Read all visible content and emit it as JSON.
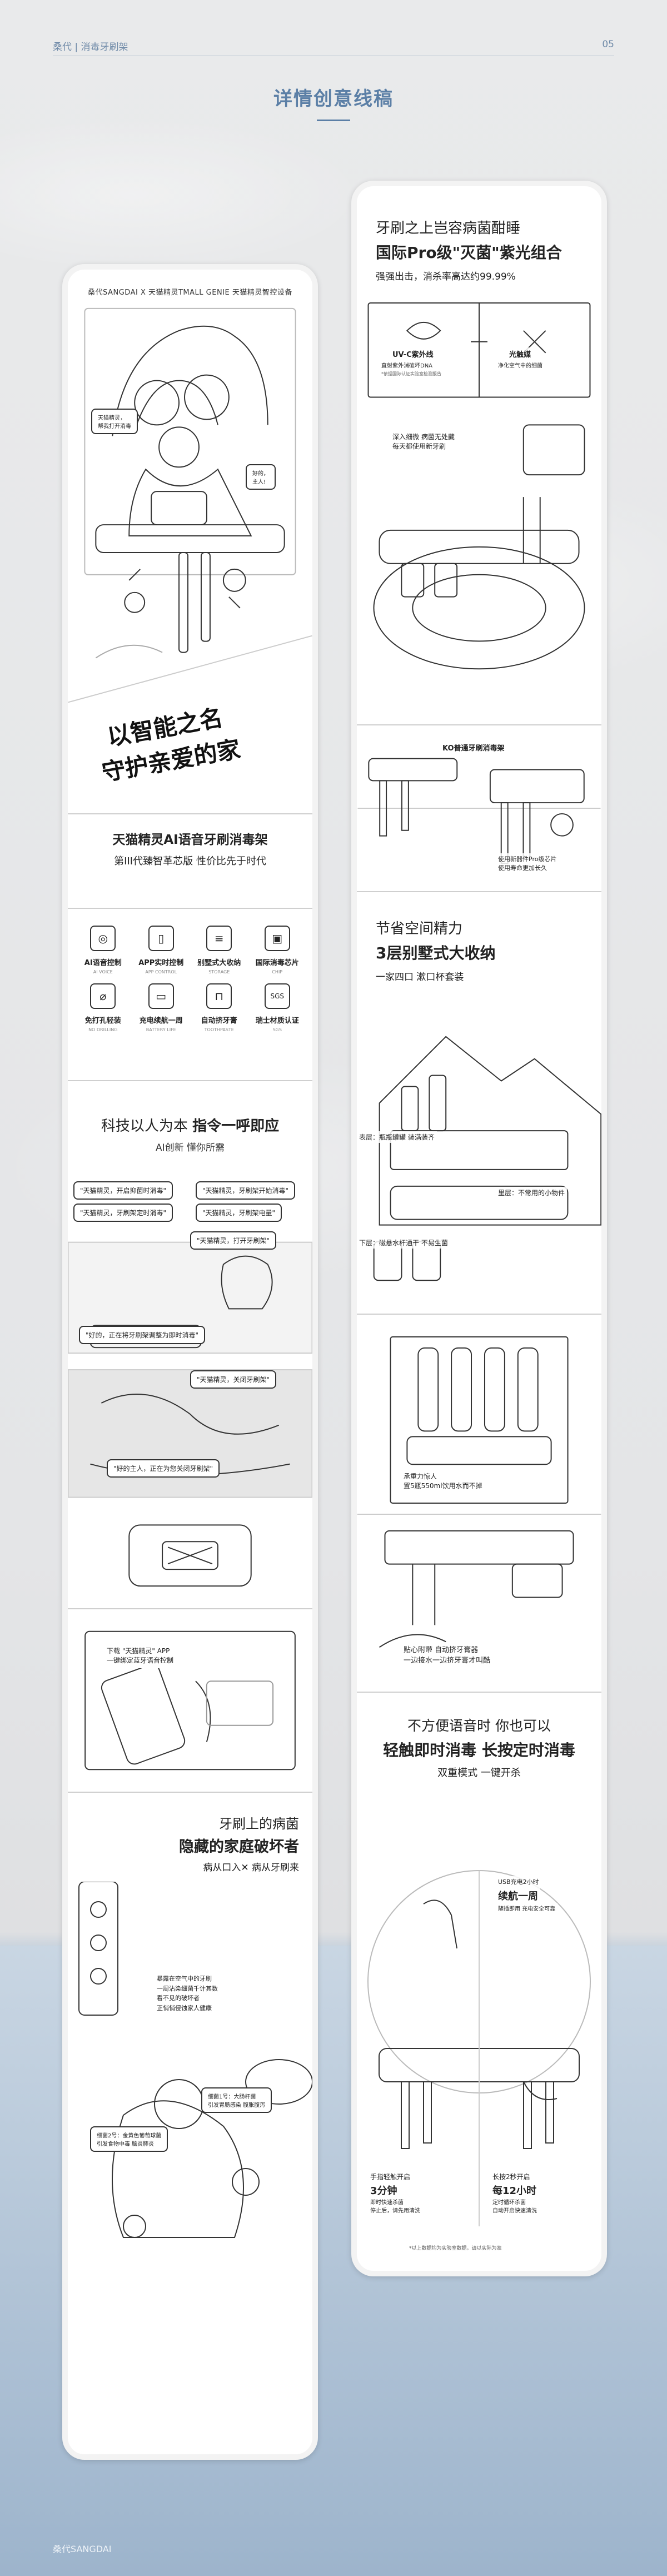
{
  "header": {
    "left": "桑代 | 消毒牙刷架",
    "right": "05"
  },
  "title": "详情创意线稿",
  "footer": {
    "left": "桑代SANGDAI"
  },
  "left": {
    "brandline": "桑代SANGDAI X 天猫精灵TMALL GENIE   天猫精灵智控设备",
    "hero": {
      "bubble1": "天猫精灵，\n帮我打开消毒",
      "bubble2": "好的，\n主人!",
      "slogan1": "以智能之名",
      "slogan2": "守护亲爱的家"
    },
    "product": {
      "title": "天猫精灵AI语音牙刷消毒架",
      "sub": "第III代臻智革芯版 性价比先于时代"
    },
    "features": [
      {
        "icon": "chip",
        "t": "AI语音控制",
        "e": "AI VOICE"
      },
      {
        "icon": "app",
        "t": "APP实时控制",
        "e": "APP CONTROL"
      },
      {
        "icon": "layers",
        "t": "别墅式大收纳",
        "e": "STORAGE"
      },
      {
        "icon": "cpu",
        "t": "国际消毒芯片",
        "e": "CHIP"
      },
      {
        "icon": "drill",
        "t": "免打孔轻装",
        "e": "NO DRILLING"
      },
      {
        "icon": "battery",
        "t": "充电续航一周",
        "e": "BATTERY LIFE"
      },
      {
        "icon": "paste",
        "t": "自动挤牙膏",
        "e": "TOOTHPASTE"
      },
      {
        "icon": "sgs",
        "t": "瑞士材质认证",
        "e": "SGS"
      }
    ],
    "voice": {
      "head_a": "科技以人为本 ",
      "head_b": "指令一呼即应",
      "sub": "AI创新 懂你所需",
      "b1": "\"天猫精灵，开启抑菌时消毒\"",
      "b2": "\"天猫精灵，牙刷架开始消毒\"",
      "b3": "\"天猫精灵，牙刷架定时消毒\"",
      "b4": "\"天猫精灵，牙刷架电量\"",
      "b5": "\"天猫精灵，打开牙刷架\"",
      "b6": "\"好的，正在将牙刷架调整为即时消毒\"",
      "b7": "\"天猫精灵，关闭牙刷架\"",
      "b8": "\"好的主人，正在为您关闭牙刷架\"",
      "b9": "下载 \"天猫精灵\" APP\n一键绑定蓝牙语音控制"
    },
    "germ": {
      "head1": "牙刷上的病菌",
      "head2": "隐藏的家庭破坏者",
      "head3": "病从口入✕  病从牙刷来",
      "desc": "暴露在空气中的牙刷\n一周沾染细菌千计其数\n看不见的破坏者\n正悄悄侵蚀家人健康",
      "tag1": "细菌1号：大肠杆菌\n引发胃肠感染 腹胀腹泻",
      "tag2": "细菌2号：金黄色葡萄球菌\n引发食物中毒 脑炎肺炎"
    }
  },
  "right": {
    "s1": {
      "l1": "牙刷之上岂容病菌酣睡",
      "l2": "国际Pro级\"灭菌\"紫光组合",
      "l3": "强强出击，消杀率高达约99.99%",
      "uvc_t": "UV-C紫外线",
      "uvc_d": "直射紫外消破坏DNA",
      "uvc_n": "*依据国际认证实验室检测报告",
      "photo_t": "光触媒",
      "photo_d": "净化空气中的细菌",
      "deep": "深入细微 病菌无处藏\n每天都使用新牙刷",
      "ko": "KO普通牙刷消毒架",
      "pro": "使用新器件Pro级芯片\n使用寿命更加长久"
    },
    "s2": {
      "l1": "节省空间精力",
      "l2": "3层别墅式大收纳",
      "l3": "一家四口 漱口杯套装",
      "top": "表层：瓶瓶罐罐 装满装齐",
      "mid": "里层：不常用的小物件",
      "bot": "下层：磁悬水杆通干 不易生菌"
    },
    "s3": {
      "load": "承重力惊人\n置5瓶550ml饮用水而不掉",
      "paste": "贴心附带 自动挤牙膏器\n一边接水一边挤牙膏才叫酷"
    },
    "s4": {
      "l1": "不方便语音时 你也可以",
      "l2": "轻触即时消毒  长按定时消毒",
      "l3": "双重模式 一键开杀",
      "usb": "USB充电2小时",
      "life": "续航一周",
      "life_d": "随插即用 充电安全可靠",
      "m1_t": "手指轻触开启",
      "m1_v": "3分钟",
      "m1_d": "即时快速杀菌\n停止后，请先用清洗",
      "m2_t": "长按2秒开启",
      "m2_v": "每12小时",
      "m2_d": "定时循环杀菌\n自动开启快速清洗",
      "note": "*以上数据均为实验室数据，请以实际为准"
    }
  },
  "colors": {
    "accent": "#5b7fa6",
    "ink": "#222222"
  }
}
